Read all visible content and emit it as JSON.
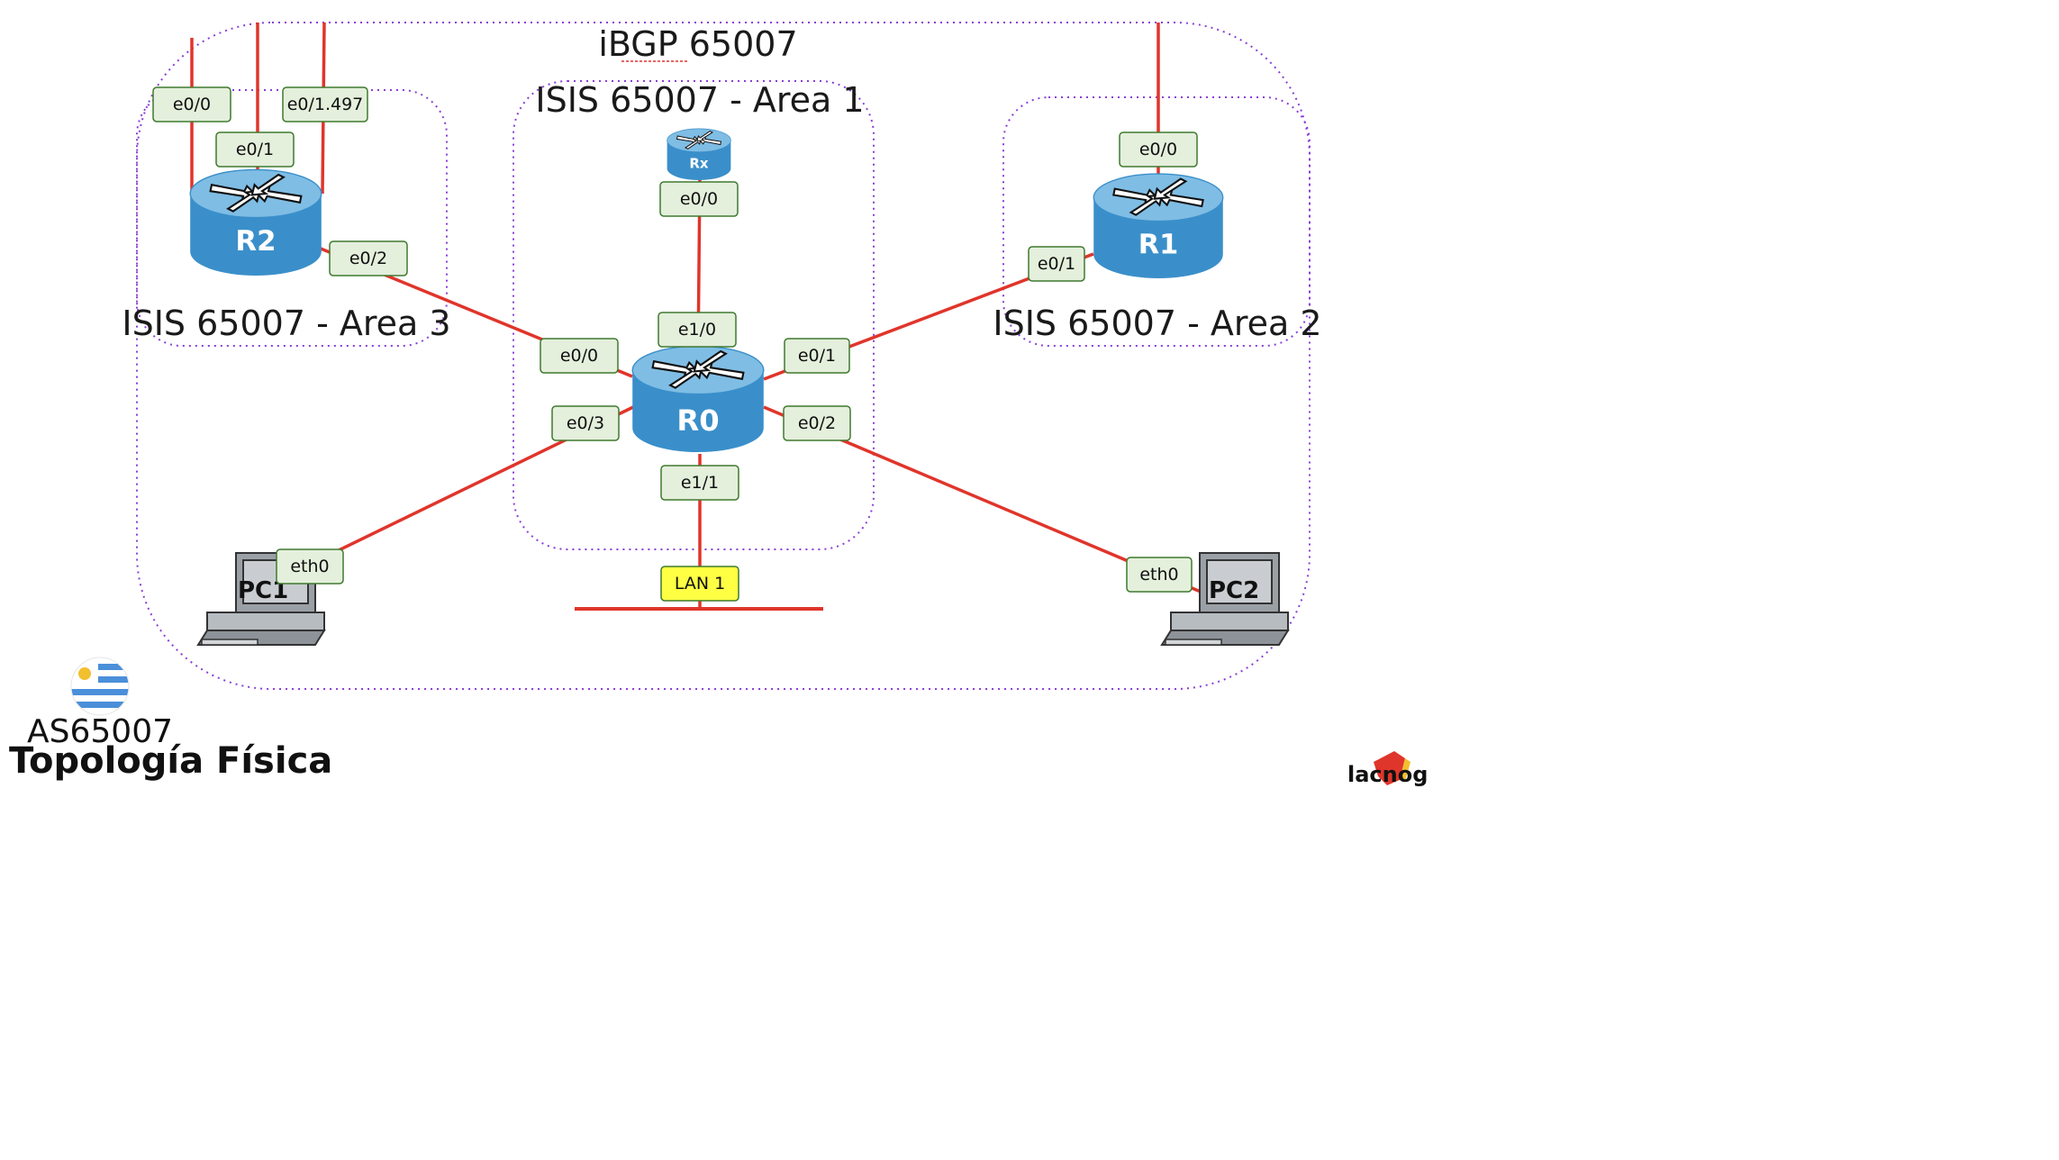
{
  "title": "iBGP 65007",
  "areas": {
    "area1": "ISIS 65007 - Area 1",
    "area2": "ISIS 65007 - Area 2",
    "area3": "ISIS 65007 - Area 3"
  },
  "routers": {
    "r0": "R0",
    "r1": "R1",
    "r2": "R2",
    "rx": "Rx"
  },
  "pcs": {
    "pc1": "PC1",
    "pc2": "PC2"
  },
  "interfaces": {
    "r2_e0_0": "e0/0",
    "r2_e0_1": "e0/1",
    "r2_e0_1497": "e0/1.497",
    "r2_e0_2": "e0/2",
    "rx_e0_0": "e0/0",
    "r0_e1_0": "e1/0",
    "r0_e0_0": "e0/0",
    "r0_e0_1": "e0/1",
    "r0_e0_2": "e0/2",
    "r0_e0_3": "e0/3",
    "r0_e1_1": "e1/1",
    "r1_e0_0": "e0/0",
    "r1_e0_1": "e0/1",
    "pc1_eth0": "eth0",
    "pc2_eth0": "eth0"
  },
  "lan": "LAN 1",
  "footer": {
    "as_number": "AS65007",
    "subtitle": "Topología Física",
    "logo": "lacnog"
  },
  "colors": {
    "link": "#e0352b",
    "area_border": "#8a3fd6",
    "label_fill": "#e4efdc",
    "label_border": "#3f7a2e",
    "lan_fill": "#ffff44",
    "router_top": "#7fbde4",
    "router_body": "#3a8fca"
  },
  "icons": {
    "router": "router-icon",
    "pc": "pc-icon",
    "flag": "uruguay-flag-icon",
    "logo": "lacnog-logo-icon"
  }
}
